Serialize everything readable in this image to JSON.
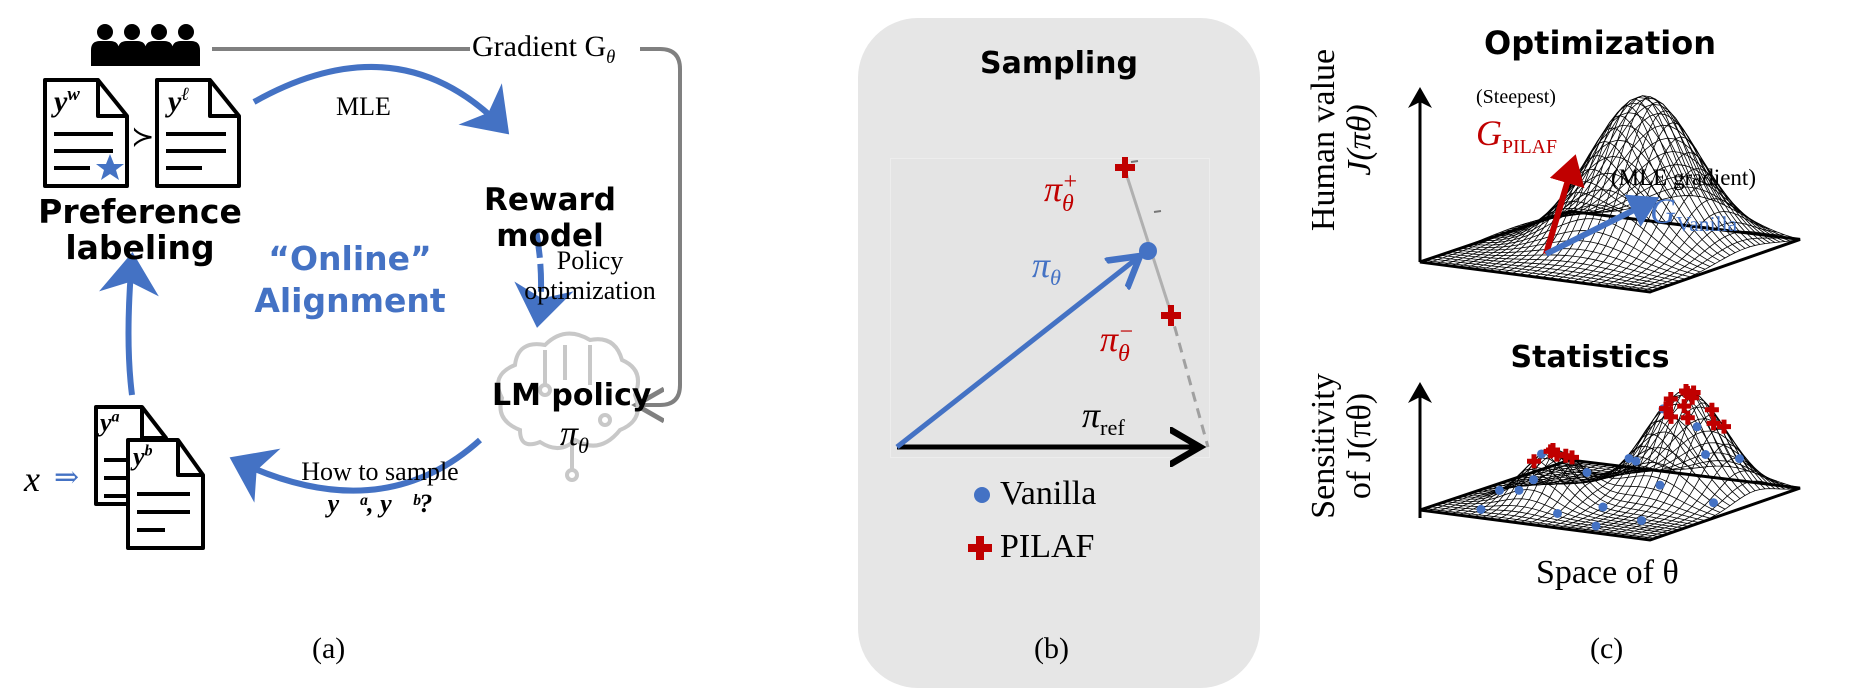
{
  "colors": {
    "accent_blue": "#4472c4",
    "accent_red": "#c00000",
    "gray_line": "#808080",
    "panel_bg": "#e6e6e6",
    "brain_gray": "#c8c8c8"
  },
  "panel_a": {
    "caption": "(a)",
    "preference_labeling": {
      "line1": "Preference",
      "line2": "labeling"
    },
    "people_icon": "group-of-people-icon",
    "doc_winner_label": "y",
    "doc_winner_sup": "w",
    "doc_loser_label": "y",
    "doc_loser_sup": "ℓ",
    "prefers_symbol": "≻",
    "mle_label": "MLE",
    "reward_model": {
      "line1": "Reward",
      "line2": "model"
    },
    "gradient_label": "Gradient G",
    "gradient_sub": "θ",
    "policy_optimization": {
      "line1": "Policy",
      "line2": "optimization"
    },
    "lm_policy": "LM policy",
    "lm_policy_symbol": "π",
    "lm_policy_sub": "θ",
    "online_alignment": {
      "line1": "“Online”",
      "line2": "Alignment"
    },
    "how_to_sample": {
      "line1": "How to sample",
      "line2": "y⃗ᵃ, y⃗ᵇ?"
    },
    "x_input": "x",
    "implies_arrow": "⇒",
    "doc_a_label": "y",
    "doc_a_sup": "a",
    "doc_b_label": "y",
    "doc_b_sup": "b"
  },
  "panel_b": {
    "caption": "(b)",
    "title": "Sampling",
    "pi_plus": "π",
    "pi_plus_sup": "+",
    "pi_plus_sub": "θ",
    "pi_theta": "π",
    "pi_theta_sub": "θ",
    "pi_minus": "π",
    "pi_minus_sup": "−",
    "pi_minus_sub": "θ",
    "pi_ref": "π",
    "pi_ref_sub": "ref",
    "legend": [
      {
        "marker": "circle",
        "label": "Vanilla"
      },
      {
        "marker": "plus",
        "label": "PILAF"
      }
    ]
  },
  "panel_c": {
    "caption": "(c)",
    "top": {
      "title": "Optimization",
      "ylabel_line1": "Human value",
      "ylabel_line2": "J(πθ)",
      "steepest_label": "(Steepest)",
      "g_pilaf": "G",
      "g_pilaf_sub": "PILAF",
      "mle_gradient_label": "(MLE gradient)",
      "g_vanilla": "G",
      "g_vanilla_sub": "Vanilla"
    },
    "bottom": {
      "title": "Statistics",
      "ylabel_line1": "Sensitivity",
      "ylabel_line2": "of J(πθ)",
      "xlabel": "Space of θ"
    }
  }
}
